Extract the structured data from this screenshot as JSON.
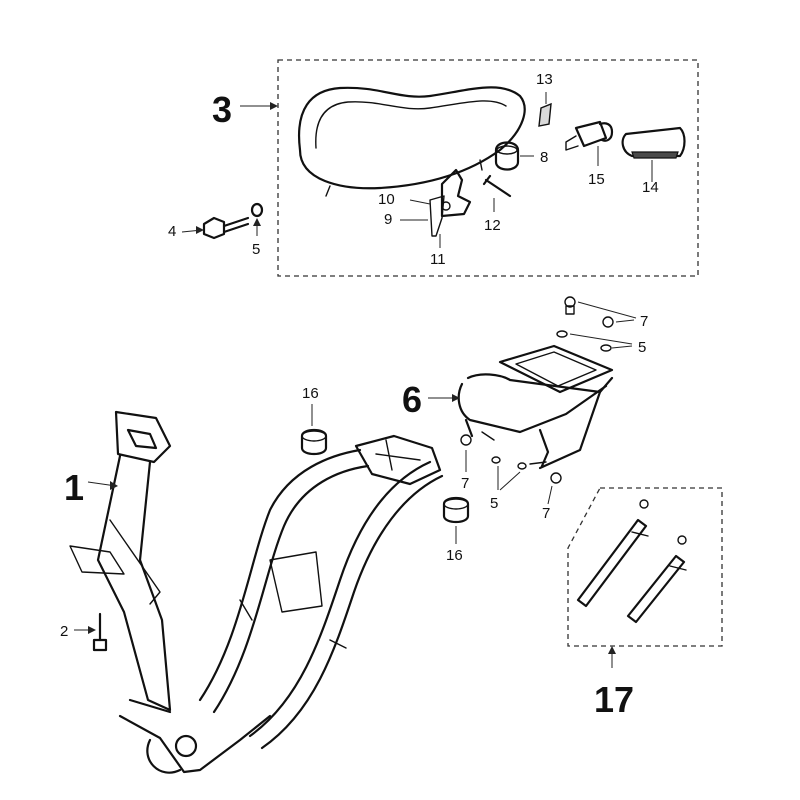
{
  "labels": {
    "l1": "1",
    "l2": "2",
    "l3": "3",
    "l4": "4",
    "l5a": "5",
    "l5b": "5",
    "l5c": "5",
    "l6": "6",
    "l7a": "7",
    "l7b": "7",
    "l7c": "7",
    "l8": "8",
    "l9": "9",
    "l10": "10",
    "l11": "11",
    "l12": "12",
    "l13": "13",
    "l14": "14",
    "l15": "15",
    "l16a": "16",
    "l16b": "16",
    "l17": "17"
  }
}
